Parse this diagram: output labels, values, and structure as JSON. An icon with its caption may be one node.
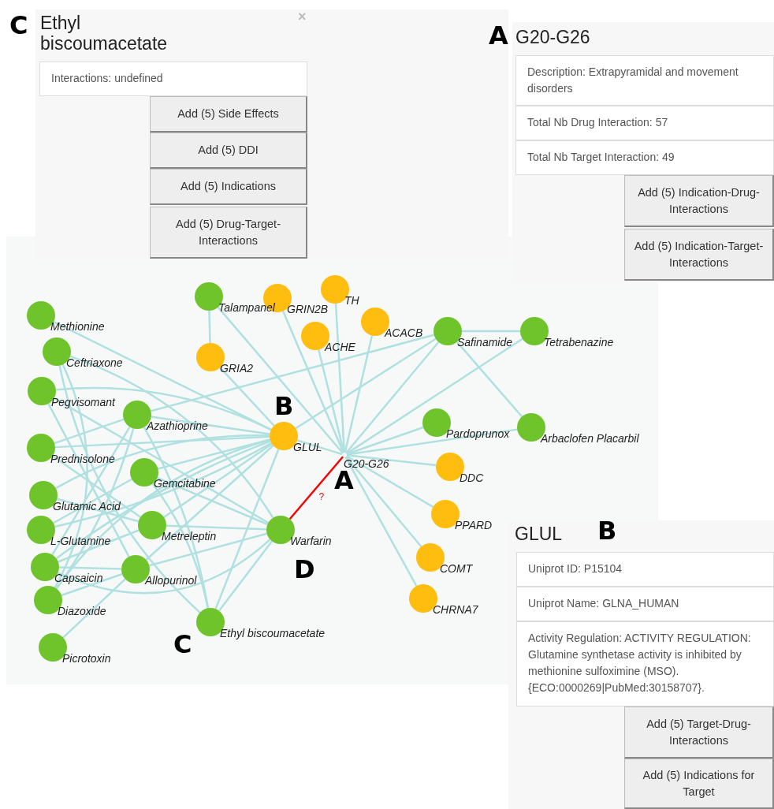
{
  "diagram": {
    "nodes": [
      {
        "text": [
          "Ethyl biscoumacetate"
        ]
      },
      {
        "text": [
          "Interactions: undefined"
        ],
        "in": 0
      },
      {
        "text": [
          "Add (5) Side Effects"
        ],
        "in": 0
      },
      {
        "text": [
          "Add (5) DDI"
        ],
        "in": 0
      },
      {
        "text": [
          "Add (5) Indications"
        ],
        "in": 0
      },
      {
        "text": [
          "Add (5) Drug-Target-Interactions"
        ],
        "in": 0
      },
      {
        "text": [
          "G20-G26"
        ]
      },
      {
        "text": [
          "Description: Extrapyramidal and movement disorders"
        ],
        "in": 6
      },
      {
        "text": [
          "Total Nb Drug Interaction: 57"
        ],
        "in": 6
      },
      {
        "text": [
          "Total Nb Target Interaction: 49"
        ],
        "in": 6
      },
      {
        "text": [
          "Add (5) Indication-Drug-Interactions"
        ],
        "in": 6
      },
      {
        "text": [
          "Add (5) Indication-Target-Interactions"
        ],
        "in": 6
      },
      {
        "text": [
          "GLUL"
        ]
      },
      {
        "text": [
          "Uniprot ID: P15104"
        ],
        "in": 12
      },
      {
        "text": [
          "Uniprot Name: GLNA_HUMAN"
        ],
        "in": 12
      },
      {
        "text": [
          "Activity Regulation: ACTIVITY REGULATION: Glutamine synthetase activity is inhibited by methionine sulfoximine (MSO). {ECO:0000269|PubMed:30158707}."
        ],
        "in": 12
      },
      {
        "text": [
          "Add (5) Target-Drug-Interactions"
        ],
        "in": 12
      },
      {
        "text": [
          "Add (5) Indications for Target"
        ],
        "in": 12
      },
      {
        "text": [
          "Methionine"
        ]
      },
      {
        "text": [
          "Ceftriaxone"
        ]
      },
      {
        "text": [
          "Pegvisomant"
        ]
      },
      {
        "text": [
          "Prednisolone"
        ]
      },
      {
        "text": [
          "Glutamic Acid"
        ]
      },
      {
        "text": [
          "L-Glutamine"
        ]
      },
      {
        "text": [
          "Capsaicin"
        ]
      },
      {
        "text": [
          "Diazoxide"
        ]
      },
      {
        "text": [
          "Picrotoxin"
        ]
      },
      {
        "text": [
          "Azathioprine"
        ]
      },
      {
        "text": [
          "Gemcitabine"
        ]
      },
      {
        "text": [
          "Metreleptin"
        ]
      },
      {
        "text": [
          "Allopurinol"
        ]
      },
      {
        "text": [
          "Talampanel"
        ]
      },
      {
        "text": [
          "GRIA2"
        ]
      },
      {
        "text": [
          "GRIN2B"
        ]
      },
      {
        "text": [
          "TH"
        ]
      },
      {
        "text": [
          "ACHE"
        ]
      },
      {
        "text": [
          "ACACB"
        ]
      },
      {
        "text": [
          "GLUL"
        ]
      },
      {
        "text": [
          "Safinamide"
        ]
      },
      {
        "text": [
          "Tetrabenazine"
        ]
      },
      {
        "text": [
          "Pardoprunox"
        ]
      },
      {
        "text": [
          "Arbaclofen Placarbil"
        ]
      },
      {
        "text": [
          "G20-G26"
        ]
      },
      {
        "text": [
          "DDC"
        ]
      },
      {
        "text": [
          "PPARD"
        ]
      },
      {
        "text": [
          "Warfarin"
        ]
      },
      {
        "text": [
          "COMT"
        ]
      },
      {
        "text": [
          "CHRNA7"
        ]
      },
      {
        "text": [
          "Ethyl biscoumacetate"
        ]
      }
    ],
    "edges": [
      {
        "from": 42,
        "to": 31,
        "arrow": "none"
      },
      {
        "from": 42,
        "to": 33,
        "arrow": "none"
      },
      {
        "from": 42,
        "to": 34,
        "arrow": "none"
      },
      {
        "from": 42,
        "to": 35,
        "arrow": "none"
      },
      {
        "from": 42,
        "to": 36,
        "arrow": "none"
      },
      {
        "from": 42,
        "to": 38,
        "arrow": "none"
      },
      {
        "from": 42,
        "to": 39,
        "arrow": "none"
      },
      {
        "from": 42,
        "to": 40,
        "arrow": "none"
      },
      {
        "from": 42,
        "to": 41,
        "arrow": "none"
      },
      {
        "from": 42,
        "to": 43,
        "arrow": "none"
      },
      {
        "from": 42,
        "to": 44,
        "arrow": "none"
      },
      {
        "from": 42,
        "to": 46,
        "arrow": "none"
      },
      {
        "from": 42,
        "to": 47,
        "arrow": "none"
      },
      {
        "from": 42,
        "to": 37,
        "arrow": "none"
      },
      {
        "from": 45,
        "to": 42,
        "arrow": "none",
        "label": "?",
        "color": "#ff0000"
      },
      {
        "from": 31,
        "to": 32,
        "arrow": "none"
      },
      {
        "from": 38,
        "to": 39,
        "arrow": "none"
      },
      {
        "from": 38,
        "to": 41,
        "arrow": "none"
      },
      {
        "from": 38,
        "to": 27,
        "arrow": "none"
      },
      {
        "from": 38,
        "to": 37,
        "arrow": "none"
      },
      {
        "from": 32,
        "to": 37,
        "arrow": "none"
      },
      {
        "from": 37,
        "to": 18,
        "arrow": "none"
      },
      {
        "from": 37,
        "to": 20,
        "arrow": "none"
      },
      {
        "from": 37,
        "to": 27,
        "arrow": "none"
      },
      {
        "from": 37,
        "to": 21,
        "arrow": "none"
      },
      {
        "from": 37,
        "to": 28,
        "arrow": "none"
      },
      {
        "from": 37,
        "to": 22,
        "arrow": "none"
      },
      {
        "from": 37,
        "to": 23,
        "arrow": "none"
      },
      {
        "from": 37,
        "to": 24,
        "arrow": "none"
      },
      {
        "from": 37,
        "to": 25,
        "arrow": "none"
      },
      {
        "from": 37,
        "to": 29,
        "arrow": "none"
      },
      {
        "from": 37,
        "to": 30,
        "arrow": "none"
      },
      {
        "from": 37,
        "to": 48,
        "arrow": "none"
      },
      {
        "from": 45,
        "to": 19,
        "arrow": "none"
      },
      {
        "from": 45,
        "to": 20,
        "arrow": "none"
      },
      {
        "from": 45,
        "to": 28,
        "arrow": "none"
      },
      {
        "from": 45,
        "to": 29,
        "arrow": "none"
      },
      {
        "from": 45,
        "to": 24,
        "arrow": "none"
      },
      {
        "from": 45,
        "to": 30,
        "arrow": "none"
      },
      {
        "from": 45,
        "to": 48,
        "arrow": "none"
      },
      {
        "from": 19,
        "to": 48,
        "arrow": "none"
      },
      {
        "from": 19,
        "to": 25,
        "arrow": "none"
      },
      {
        "from": 27,
        "to": 21,
        "arrow": "none"
      },
      {
        "from": 27,
        "to": 24,
        "arrow": "none"
      },
      {
        "from": 27,
        "to": 25,
        "arrow": "none"
      },
      {
        "from": 27,
        "to": 48,
        "arrow": "none"
      },
      {
        "from": 20,
        "to": 30,
        "arrow": "none"
      },
      {
        "from": 21,
        "to": 29,
        "arrow": "none"
      },
      {
        "from": 28,
        "to": 23,
        "arrow": "none"
      },
      {
        "from": 28,
        "to": 48,
        "arrow": "none"
      },
      {
        "from": 29,
        "to": 24,
        "arrow": "none"
      },
      {
        "from": 30,
        "to": 25,
        "arrow": "none"
      },
      {
        "from": 30,
        "to": 26,
        "arrow": "none"
      },
      {
        "from": 30,
        "to": 24,
        "arrow": "none"
      },
      {
        "from": 22,
        "to": 29,
        "arrow": "none"
      }
    ],
    "labels": [
      "C",
      "×",
      "A",
      "B",
      "A",
      "B",
      "D",
      "C"
    ]
  }
}
